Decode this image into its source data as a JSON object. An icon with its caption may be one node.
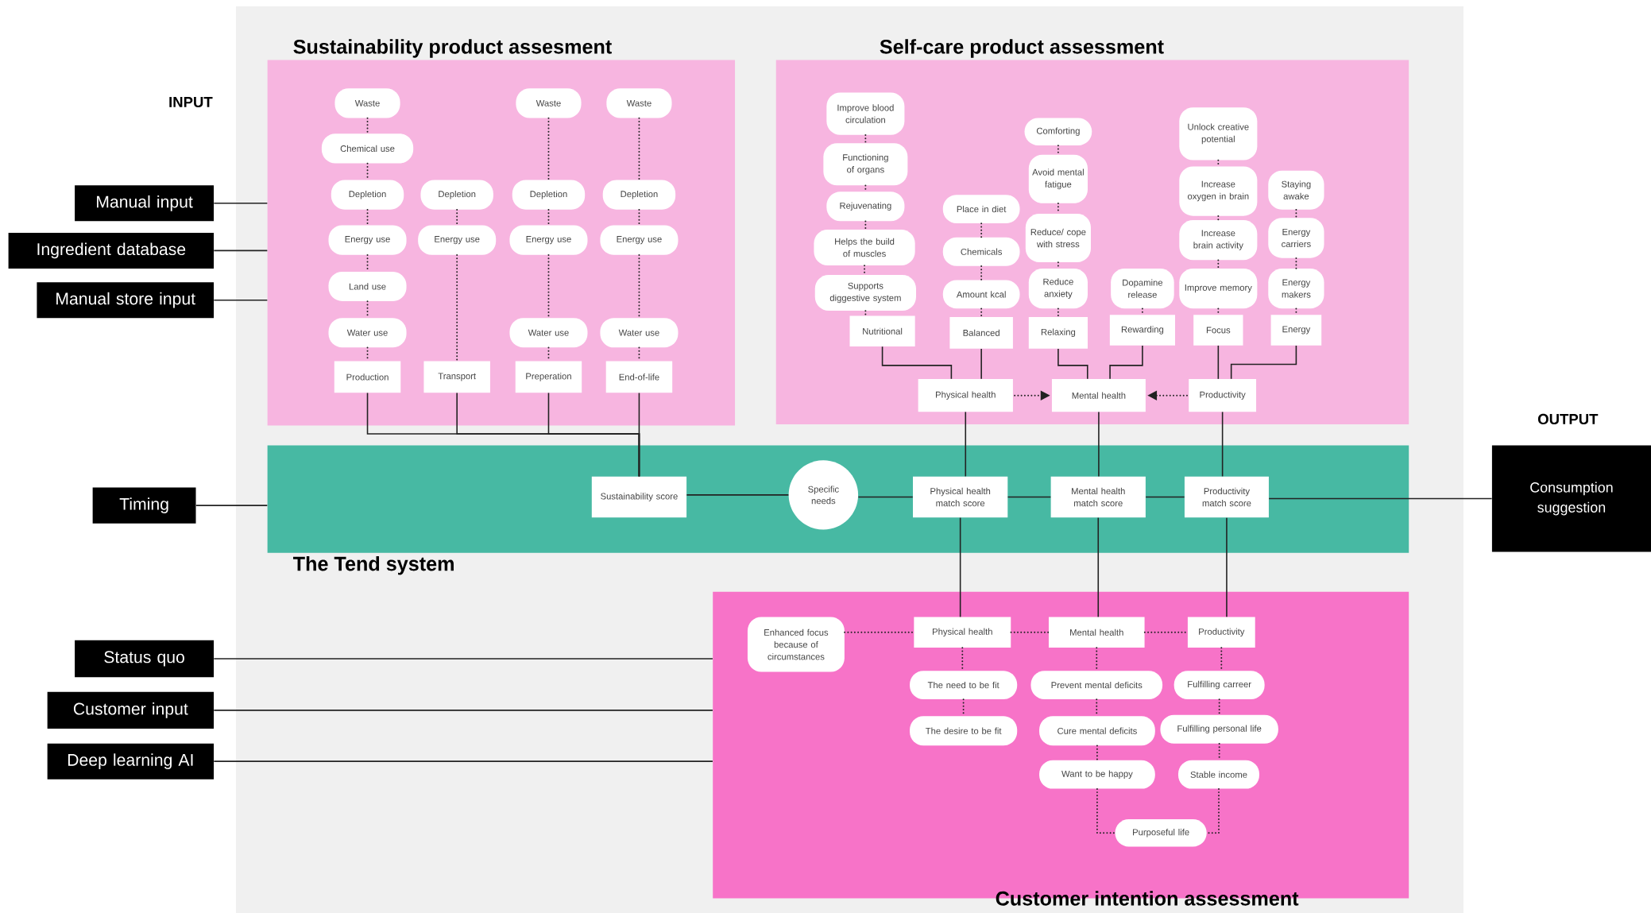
{
  "diagram": {
    "nodes": [
      {
        "text": [
          "Sustainability product assesment"
        ]
      },
      {
        "text": [
          "Self-care product assessment"
        ]
      },
      {
        "text": [
          "The Tend system"
        ]
      },
      {
        "text": [
          "Customer intention assessment"
        ]
      },
      {
        "text": [
          "Manual input"
        ]
      },
      {
        "text": [
          "Ingredient database"
        ]
      },
      {
        "text": [
          "Manual store input"
        ]
      },
      {
        "text": [
          "Timing"
        ]
      },
      {
        "text": [
          "Status quo"
        ]
      },
      {
        "text": [
          "Customer input"
        ]
      },
      {
        "text": [
          "Deep learning AI"
        ]
      },
      {
        "text": [
          "Consumption suggestion"
        ]
      },
      {
        "text": [
          "Waste"
        ],
        "in": 0
      },
      {
        "text": [
          "Chemical use"
        ],
        "in": 0
      },
      {
        "text": [
          "Depletion"
        ],
        "in": 0
      },
      {
        "text": [
          "Energy use"
        ],
        "in": 0
      },
      {
        "text": [
          "Land use"
        ],
        "in": 0
      },
      {
        "text": [
          "Water use"
        ],
        "in": 0
      },
      {
        "text": [
          "Production"
        ],
        "in": 0
      },
      {
        "text": [
          "Depletion"
        ],
        "in": 0
      },
      {
        "text": [
          "Energy use"
        ],
        "in": 0
      },
      {
        "text": [
          "Transport"
        ],
        "in": 0
      },
      {
        "text": [
          "Waste"
        ],
        "in": 0
      },
      {
        "text": [
          "Depletion"
        ],
        "in": 0
      },
      {
        "text": [
          "Energy use"
        ],
        "in": 0
      },
      {
        "text": [
          "Water use"
        ],
        "in": 0
      },
      {
        "text": [
          "Preperation"
        ],
        "in": 0
      },
      {
        "text": [
          "Waste"
        ],
        "in": 0
      },
      {
        "text": [
          "Depletion"
        ],
        "in": 0
      },
      {
        "text": [
          "Energy use"
        ],
        "in": 0
      },
      {
        "text": [
          "Water use"
        ],
        "in": 0
      },
      {
        "text": [
          "End-of-life"
        ],
        "in": 0
      },
      {
        "text": [
          "Sustainability score"
        ],
        "in": 2
      },
      {
        "text": [
          "Specific needs"
        ],
        "in": 2
      },
      {
        "text": [
          "Physical health match score"
        ],
        "in": 2
      },
      {
        "text": [
          "Mental health match score"
        ],
        "in": 2
      },
      {
        "text": [
          "Productivity match score"
        ],
        "in": 2
      },
      {
        "text": [
          "Improve blood circulation"
        ],
        "in": 1
      },
      {
        "text": [
          "Functioning of organs"
        ],
        "in": 1
      },
      {
        "text": [
          "Rejuvenating"
        ],
        "in": 1
      },
      {
        "text": [
          "Helps the build of muscles"
        ],
        "in": 1
      },
      {
        "text": [
          "Supports diggestive system"
        ],
        "in": 1
      },
      {
        "text": [
          "Nutritional"
        ],
        "in": 1
      },
      {
        "text": [
          "Place in diet"
        ],
        "in": 1
      },
      {
        "text": [
          "Chemicals"
        ],
        "in": 1
      },
      {
        "text": [
          "Amount kcal"
        ],
        "in": 1
      },
      {
        "text": [
          "Balanced"
        ],
        "in": 1
      },
      {
        "text": [
          "Comforting"
        ],
        "in": 1
      },
      {
        "text": [
          "Avoid mental fatigue"
        ],
        "in": 1
      },
      {
        "text": [
          "Reduce/ cope with stress"
        ],
        "in": 1
      },
      {
        "text": [
          "Reduce anxiety"
        ],
        "in": 1
      },
      {
        "text": [
          "Relaxing"
        ],
        "in": 1
      },
      {
        "text": [
          "Dopamine release"
        ],
        "in": 1
      },
      {
        "text": [
          "Rewarding"
        ],
        "in": 1
      },
      {
        "text": [
          "Unlock creative potential"
        ],
        "in": 1
      },
      {
        "text": [
          "Increase oxygen in brain"
        ],
        "in": 1
      },
      {
        "text": [
          "Increase brain activity"
        ],
        "in": 1
      },
      {
        "text": [
          "Improve memory"
        ],
        "in": 1
      },
      {
        "text": [
          "Focus"
        ],
        "in": 1
      },
      {
        "text": [
          "Staying awake"
        ],
        "in": 1
      },
      {
        "text": [
          "Energy carriers"
        ],
        "in": 1
      },
      {
        "text": [
          "Energy makers"
        ],
        "in": 1
      },
      {
        "text": [
          "Energy"
        ],
        "in": 1
      },
      {
        "text": [
          "Physical health"
        ],
        "in": 1
      },
      {
        "text": [
          "Mental health"
        ],
        "in": 1
      },
      {
        "text": [
          "Productivity"
        ],
        "in": 1
      },
      {
        "text": [
          "Enhanced focus because of circumstances"
        ],
        "in": 3
      },
      {
        "text": [
          "Physical health"
        ],
        "in": 3
      },
      {
        "text": [
          "Mental health"
        ],
        "in": 3
      },
      {
        "text": [
          "Productivity"
        ],
        "in": 3
      },
      {
        "text": [
          "The need to be fit"
        ],
        "in": 3
      },
      {
        "text": [
          "The desire to be fit"
        ],
        "in": 3
      },
      {
        "text": [
          "Prevent mental deficits"
        ],
        "in": 3
      },
      {
        "text": [
          "Cure mental deficits"
        ],
        "in": 3
      },
      {
        "text": [
          "Want to be happy"
        ],
        "in": 3
      },
      {
        "text": [
          "Fulfilling carreer"
        ],
        "in": 3
      },
      {
        "text": [
          "Fulfilling personal life"
        ],
        "in": 3
      },
      {
        "text": [
          "Stable income"
        ],
        "in": 3
      },
      {
        "text": [
          "Purposeful life"
        ],
        "in": 3
      }
    ],
    "edges": [
      {
        "from": 4,
        "to": 0,
        "arrow": "none"
      },
      {
        "from": 5,
        "to": 0,
        "arrow": "none"
      },
      {
        "from": 6,
        "to": 0,
        "arrow": "none"
      },
      {
        "from": 7,
        "to": 2,
        "arrow": "none"
      },
      {
        "from": 8,
        "to": 3,
        "arrow": "none"
      },
      {
        "from": 9,
        "to": 3,
        "arrow": "none"
      },
      {
        "from": 10,
        "to": 3,
        "arrow": "none"
      },
      {
        "from": 12,
        "to": 13,
        "arrow": "none",
        "style": "dashed"
      },
      {
        "from": 13,
        "to": 14,
        "arrow": "none",
        "style": "dashed"
      },
      {
        "from": 14,
        "to": 15,
        "arrow": "none",
        "style": "dashed"
      },
      {
        "from": 15,
        "to": 16,
        "arrow": "none",
        "style": "dashed"
      },
      {
        "from": 16,
        "to": 17,
        "arrow": "none",
        "style": "dashed"
      },
      {
        "from": 17,
        "to": 18,
        "arrow": "none",
        "style": "dashed"
      },
      {
        "from": 19,
        "to": 20,
        "arrow": "none",
        "style": "dashed"
      },
      {
        "from": 20,
        "to": 21,
        "arrow": "none",
        "style": "dashed"
      },
      {
        "from": 22,
        "to": 23,
        "arrow": "none",
        "style": "dashed"
      },
      {
        "from": 23,
        "to": 24,
        "arrow": "none",
        "style": "dashed"
      },
      {
        "from": 24,
        "to": 25,
        "arrow": "none",
        "style": "dashed"
      },
      {
        "from": 25,
        "to": 26,
        "arrow": "none",
        "style": "dashed"
      },
      {
        "from": 27,
        "to": 28,
        "arrow": "none",
        "style": "dashed"
      },
      {
        "from": 28,
        "to": 29,
        "arrow": "none",
        "style": "dashed"
      },
      {
        "from": 29,
        "to": 30,
        "arrow": "none",
        "style": "dashed"
      },
      {
        "from": 30,
        "to": 31,
        "arrow": "none",
        "style": "dashed"
      },
      {
        "from": 18,
        "to": 32,
        "arrow": "none"
      },
      {
        "from": 21,
        "to": 32,
        "arrow": "none"
      },
      {
        "from": 26,
        "to": 32,
        "arrow": "none"
      },
      {
        "from": 31,
        "to": 32,
        "arrow": "none"
      },
      {
        "from": 32,
        "to": 33,
        "arrow": "none"
      },
      {
        "from": 33,
        "to": 34,
        "arrow": "none"
      },
      {
        "from": 34,
        "to": 35,
        "arrow": "none"
      },
      {
        "from": 35,
        "to": 36,
        "arrow": "none"
      },
      {
        "from": 36,
        "to": 11,
        "arrow": "none"
      },
      {
        "from": 37,
        "to": 38,
        "arrow": "none",
        "style": "dashed"
      },
      {
        "from": 38,
        "to": 39,
        "arrow": "none",
        "style": "dashed"
      },
      {
        "from": 39,
        "to": 40,
        "arrow": "none",
        "style": "dashed"
      },
      {
        "from": 40,
        "to": 41,
        "arrow": "none",
        "style": "dashed"
      },
      {
        "from": 41,
        "to": 42,
        "arrow": "none",
        "style": "dashed"
      },
      {
        "from": 43,
        "to": 44,
        "arrow": "none",
        "style": "dashed"
      },
      {
        "from": 44,
        "to": 45,
        "arrow": "none",
        "style": "dashed"
      },
      {
        "from": 45,
        "to": 46,
        "arrow": "none",
        "style": "dashed"
      },
      {
        "from": 47,
        "to": 48,
        "arrow": "none",
        "style": "dashed"
      },
      {
        "from": 48,
        "to": 49,
        "arrow": "none",
        "style": "dashed"
      },
      {
        "from": 49,
        "to": 50,
        "arrow": "none",
        "style": "dashed"
      },
      {
        "from": 50,
        "to": 51,
        "arrow": "none",
        "style": "dashed"
      },
      {
        "from": 52,
        "to": 53,
        "arrow": "none",
        "style": "dashed"
      },
      {
        "from": 54,
        "to": 55,
        "arrow": "none",
        "style": "dashed"
      },
      {
        "from": 55,
        "to": 56,
        "arrow": "none",
        "style": "dashed"
      },
      {
        "from": 56,
        "to": 57,
        "arrow": "none",
        "style": "dashed"
      },
      {
        "from": 57,
        "to": 58,
        "arrow": "none",
        "style": "dashed"
      },
      {
        "from": 59,
        "to": 60,
        "arrow": "none",
        "style": "dashed"
      },
      {
        "from": 60,
        "to": 61,
        "arrow": "none",
        "style": "dashed"
      },
      {
        "from": 61,
        "to": 62,
        "arrow": "none",
        "style": "dashed"
      },
      {
        "from": 42,
        "to": 63,
        "arrow": "none"
      },
      {
        "from": 46,
        "to": 63,
        "arrow": "none"
      },
      {
        "from": 51,
        "to": 64,
        "arrow": "none"
      },
      {
        "from": 53,
        "to": 64,
        "arrow": "none"
      },
      {
        "from": 58,
        "to": 65,
        "arrow": "none"
      },
      {
        "from": 62,
        "to": 65,
        "arrow": "none"
      },
      {
        "from": 63,
        "to": 64,
        "arrow": "to",
        "style": "dashed"
      },
      {
        "from": 65,
        "to": 64,
        "arrow": "to",
        "style": "dashed"
      },
      {
        "from": 63,
        "to": 34,
        "arrow": "none"
      },
      {
        "from": 64,
        "to": 35,
        "arrow": "none"
      },
      {
        "from": 65,
        "to": 36,
        "arrow": "none"
      },
      {
        "from": 34,
        "to": 67,
        "arrow": "none"
      },
      {
        "from": 35,
        "to": 68,
        "arrow": "none"
      },
      {
        "from": 36,
        "to": 69,
        "arrow": "none"
      },
      {
        "from": 66,
        "to": 67,
        "arrow": "none",
        "style": "dashed"
      },
      {
        "from": 67,
        "to": 68,
        "arrow": "none",
        "style": "dashed"
      },
      {
        "from": 68,
        "to": 69,
        "arrow": "none",
        "style": "dashed"
      },
      {
        "from": 67,
        "to": 70,
        "arrow": "none",
        "style": "dashed"
      },
      {
        "from": 70,
        "to": 71,
        "arrow": "none",
        "style": "dashed"
      },
      {
        "from": 68,
        "to": 72,
        "arrow": "none",
        "style": "dashed"
      },
      {
        "from": 72,
        "to": 73,
        "arrow": "none",
        "style": "dashed"
      },
      {
        "from": 73,
        "to": 74,
        "arrow": "none",
        "style": "dashed"
      },
      {
        "from": 69,
        "to": 75,
        "arrow": "none",
        "style": "dashed"
      },
      {
        "from": 75,
        "to": 76,
        "arrow": "none",
        "style": "dashed"
      },
      {
        "from": 76,
        "to": 77,
        "arrow": "none",
        "style": "dashed"
      },
      {
        "from": 74,
        "to": 78,
        "arrow": "none",
        "style": "dashed"
      },
      {
        "from": 77,
        "to": 78,
        "arrow": "none",
        "style": "dashed"
      }
    ],
    "labels": [
      "INPUT",
      "OUTPUT"
    ]
  }
}
